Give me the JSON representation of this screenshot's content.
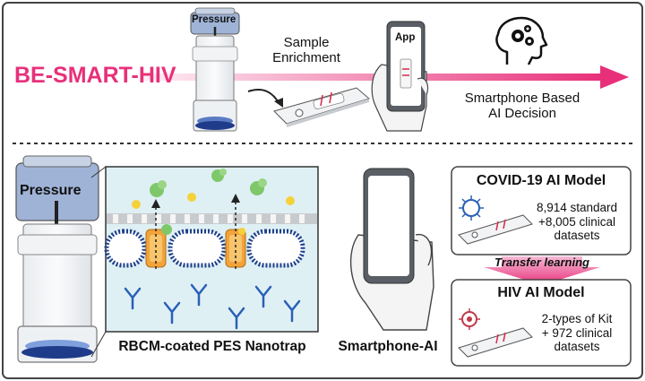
{
  "top": {
    "title": "BE-SMART-HIV",
    "pressure": "Pressure",
    "sample_enrichment_line1": "Sample",
    "sample_enrichment_line2": "Enrichment",
    "app": "App",
    "ai_decision_line1": "Smartphone Based",
    "ai_decision_line2": "AI Decision"
  },
  "bottom": {
    "pressure": "Pressure",
    "nanotrap_caption": "RBCM-coated PES Nanotrap",
    "smartphone_caption": "Smartphone-AI",
    "covid_model": {
      "title": "COVID-19 AI Model",
      "line1": "8,914 standard",
      "line2": "+8,005 clinical",
      "line3": "datasets"
    },
    "transfer": "Transfer learning",
    "hiv_model": {
      "title": "HIV AI Model",
      "line1": "2-types of Kit",
      "line2": "+ 972 clinical",
      "line3": "datasets"
    }
  },
  "colors": {
    "accent_pink": "#e8307a",
    "border": "#444444",
    "membrane_bg": "#dff0f4",
    "device_cap": "#9fb3d6",
    "disk_blue": "#1f3c8a"
  }
}
